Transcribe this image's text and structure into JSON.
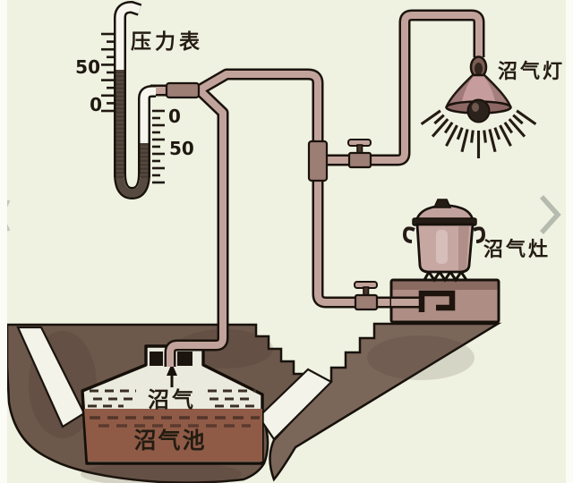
{
  "labels": {
    "pressure_gauge": "压力表",
    "biogas_lamp": "沼气灯",
    "biogas_stove": "沼气灶",
    "biogas_gas": "沼气",
    "biogas_digester": "沼气池"
  },
  "manometer_scale": {
    "left_top": "50",
    "left_bottom": "0",
    "right_top": "0",
    "right_bottom": "50"
  },
  "colors": {
    "bg": "#eff1e1",
    "outline": "#1a130c",
    "pipe": "#c2a39b",
    "coupling": "#9c7e75",
    "earth": "#6d584c",
    "earth_light": "#7b665a",
    "slurry": "#8f5b47",
    "dome": "#eaeadf",
    "liquid": "#564a40",
    "metal": "#c7a7a1",
    "lamp": "#c69d9c",
    "stove": "#ad8d84",
    "chevron": "#b6bbb0"
  }
}
